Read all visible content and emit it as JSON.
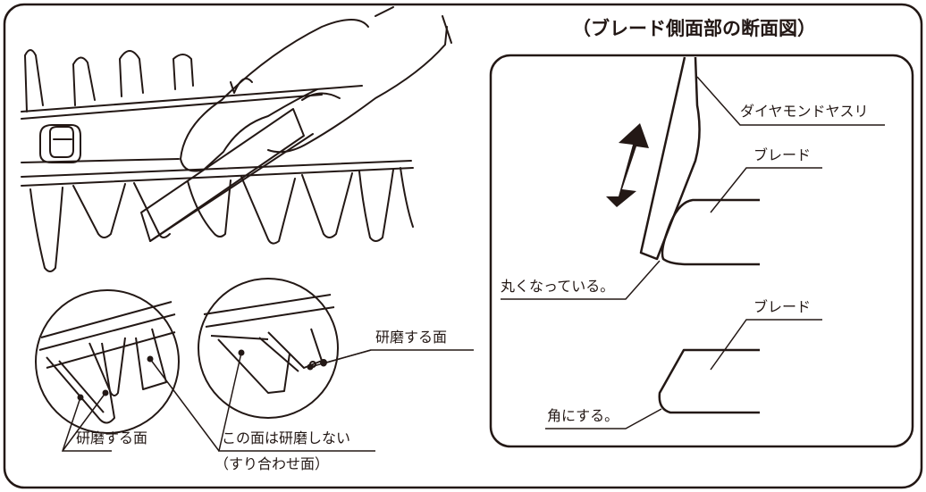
{
  "colors": {
    "ink": "#231815",
    "background": "#ffffff"
  },
  "section_view": {
    "title": "（ブレード側面部の断面図）",
    "file_label": "ダイヤモンドヤスリ",
    "blade_top_label": "ブレード",
    "rounded_label": "丸くなっている。",
    "blade_bottom_label": "ブレード",
    "square_label": "角にする。"
  },
  "detail_view": {
    "polish_surface_right": "研磨する面",
    "polish_surface_left": "研磨する面",
    "no_polish_line1": "この面は研磨しない",
    "no_polish_line2": "（すり合わせ面）"
  }
}
